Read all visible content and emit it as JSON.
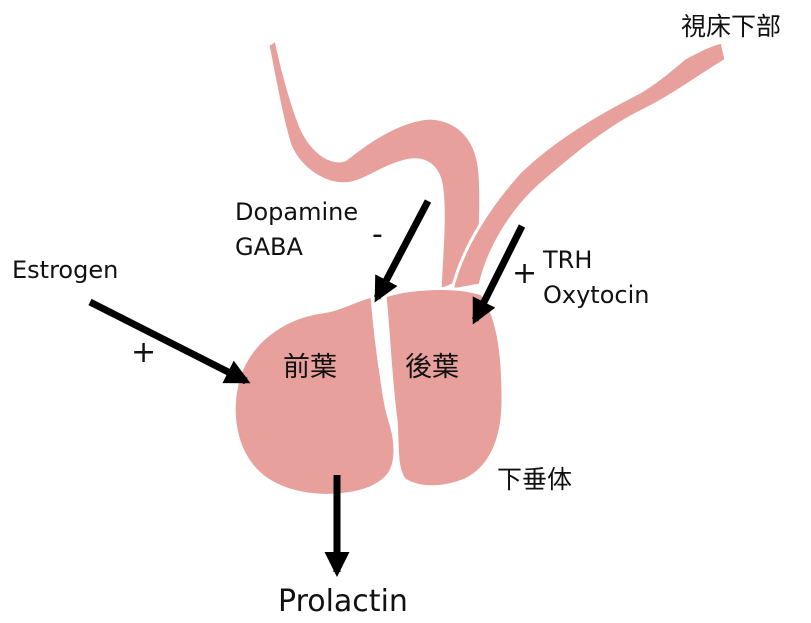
{
  "colors": {
    "tissue": "#e8a09c",
    "arrow": "#000000",
    "background": "#ffffff"
  },
  "labels": {
    "hypothalamus": "視床下部",
    "dopamine": "Dopamine",
    "gaba": "GABA",
    "minus_sign": "-",
    "estrogen": "Estrogen",
    "estrogen_sign": "+",
    "trh_sign": "+",
    "trh": "TRH",
    "oxytocin": "Oxytocin",
    "anterior_lobe": "前葉",
    "posterior_lobe": "後葉",
    "pituitary": "下垂体",
    "prolactin": "Prolactin"
  }
}
